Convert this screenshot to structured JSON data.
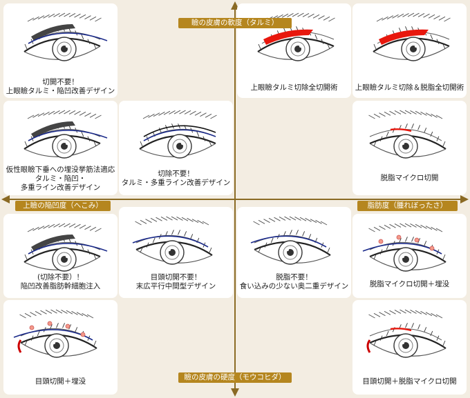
{
  "axes": {
    "top": "瞼の皮膚の軟度（タルミ）",
    "bottom": "瞼の皮膚の硬度（モウコヒダ）",
    "left": "上瞼の陥凹度（へこみ）",
    "right": "脂肪度（腫れぼったさ）"
  },
  "cards": [
    {
      "id": "c1",
      "lines": [
        "切開不要！",
        "上眼瞼タルミ・陥凹改善デザイン"
      ],
      "dir": "L",
      "mark": "dark"
    },
    {
      "id": "c2",
      "lines": [
        "上眼瞼タルミ切除全切開術"
      ],
      "dir": "L",
      "mark": "red"
    },
    {
      "id": "c3",
      "lines": [
        "上眼瞼タルミ切除＆脱脂全切開術"
      ],
      "dir": "L",
      "mark": "red"
    },
    {
      "id": "c4",
      "lines": [
        "仮性眼瞼下垂への埋没挙筋法適応",
        "タルミ・陥凹・",
        "多重ライン改善デザイン"
      ],
      "dir": "L",
      "mark": "dark"
    },
    {
      "id": "c5",
      "lines": [
        "切除不要！",
        "タルミ・多重ライン改善デザイン"
      ],
      "dir": "L",
      "mark": "black"
    },
    {
      "id": "c6",
      "lines": [
        "脱脂マイクロ切開"
      ],
      "dir": "R",
      "mark": "redline"
    },
    {
      "id": "c7",
      "lines": [
        "(切除不要）！",
        "陥凹改善脂肪幹細胞注入"
      ],
      "dir": "L",
      "mark": "dark"
    },
    {
      "id": "c8",
      "lines": [
        "目頭切開不要！",
        "末広平行中間型デザイン"
      ],
      "dir": "R",
      "mark": "blue"
    },
    {
      "id": "c9",
      "lines": [
        "脱脂不要！",
        "食い込みの少ない奥二重デザイン"
      ],
      "dir": "R",
      "mark": "blue"
    },
    {
      "id": "c10",
      "lines": [
        "脱脂マイクロ切開＋埋没"
      ],
      "dir": "R",
      "mark": "dots"
    },
    {
      "id": "c11",
      "lines": [
        "目頭切開＋埋没"
      ],
      "dir": "R",
      "mark": "dotsred"
    },
    {
      "id": "c12",
      "lines": [
        "目頭切開＋脱脂マイクロ切開"
      ],
      "dir": "R",
      "mark": "redlinecorner"
    }
  ]
}
